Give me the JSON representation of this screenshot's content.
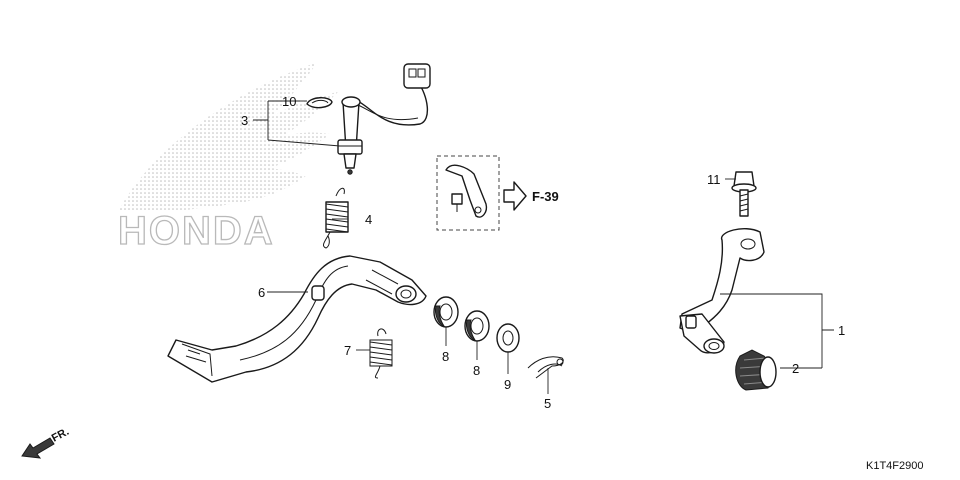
{
  "diagram": {
    "watermark_text": "HONDA",
    "reference_code": "K1T4F2900",
    "front_arrow_label": "FR.",
    "see_also_ref": "F-39",
    "callouts": [
      {
        "id": "1",
        "label": "1"
      },
      {
        "id": "2",
        "label": "2"
      },
      {
        "id": "3",
        "label": "3"
      },
      {
        "id": "4",
        "label": "4"
      },
      {
        "id": "5",
        "label": "5"
      },
      {
        "id": "6",
        "label": "6"
      },
      {
        "id": "7",
        "label": "7"
      },
      {
        "id": "8a",
        "label": "8"
      },
      {
        "id": "8b",
        "label": "8"
      },
      {
        "id": "9",
        "label": "9"
      },
      {
        "id": "10",
        "label": "10"
      },
      {
        "id": "11",
        "label": "11"
      }
    ]
  }
}
